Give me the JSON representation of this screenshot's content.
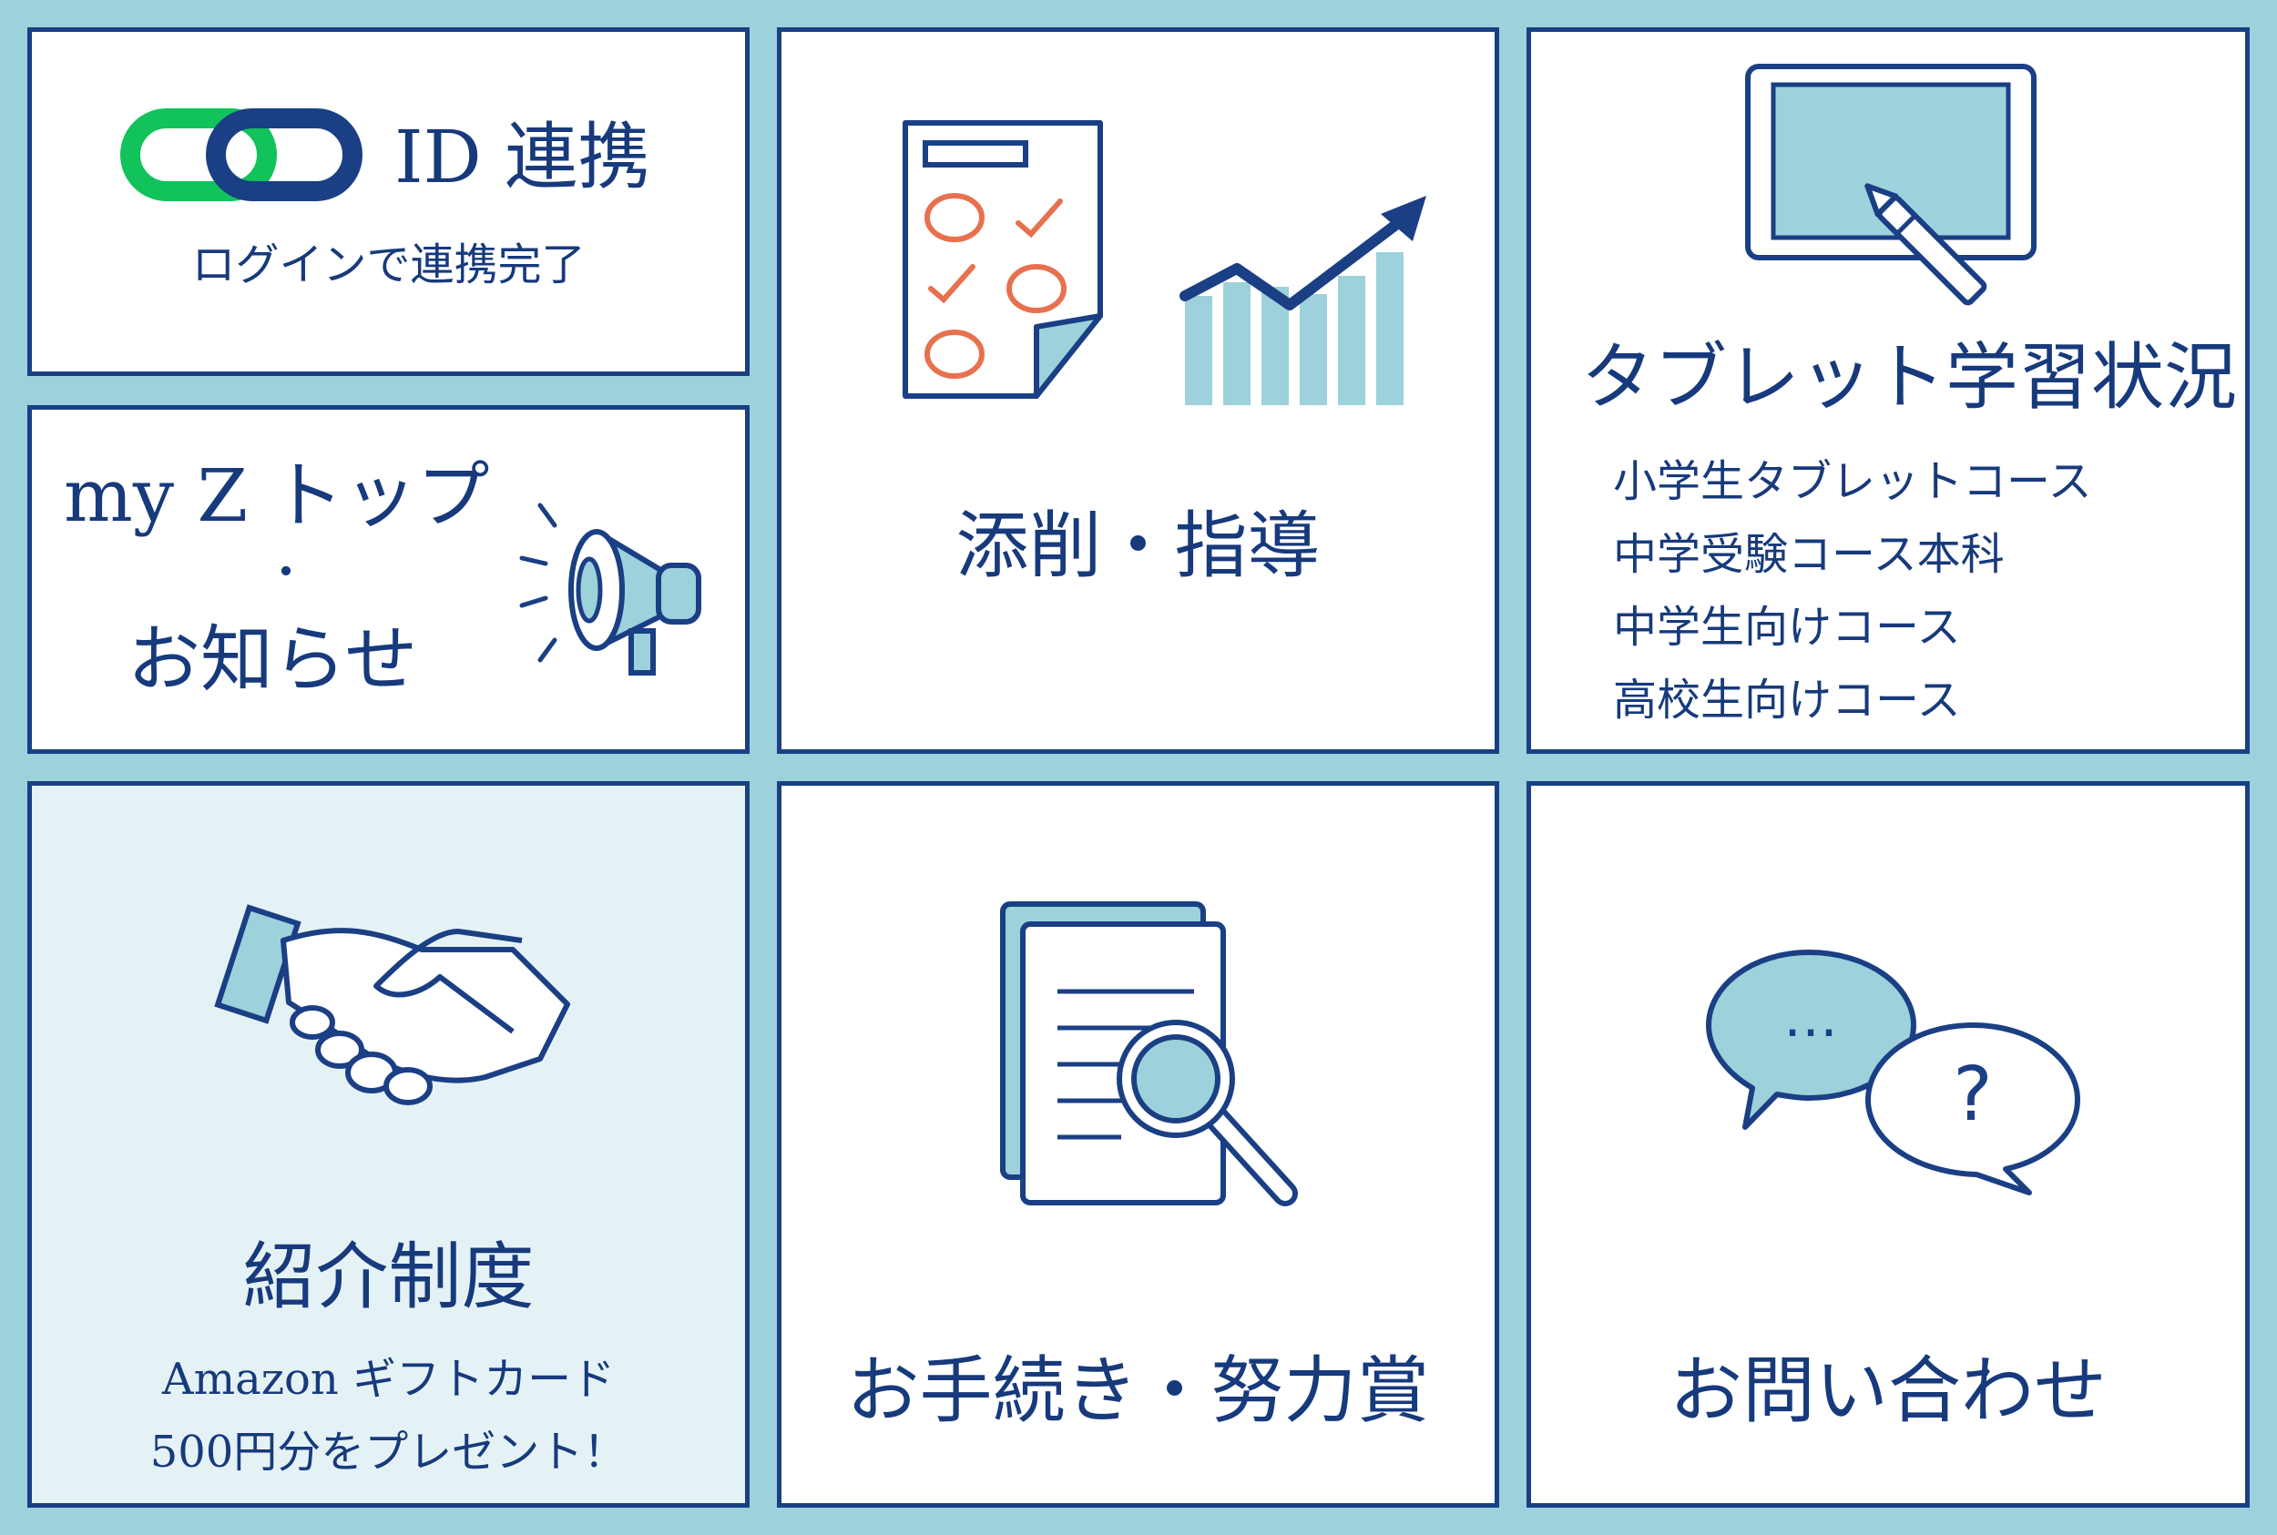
{
  "id_link": {
    "title": "ID 連携",
    "subtitle": "ログインで連携完了"
  },
  "myz": {
    "line1": "my Z トップ",
    "dot": "・",
    "line2": "お知らせ"
  },
  "tensaku": {
    "title": "添削・指導"
  },
  "tablet": {
    "title": "タブレット学習状況",
    "courses": [
      "小学生タブレットコース",
      "中学受験コース本科",
      "中学生向けコース",
      "高校生向けコース"
    ]
  },
  "referral": {
    "title": "紹介制度",
    "line1": "Amazon ギフトカード",
    "line2": "500円分をプレゼント！"
  },
  "procedures": {
    "title": "お手続き・努力賞"
  },
  "inquiry": {
    "title": "お問い合わせ",
    "bubble_left": "…",
    "bubble_right": "?"
  },
  "colors": {
    "navy": "#1a3f84",
    "light_blue": "#9dd1dc",
    "orange": "#e7714f",
    "green": "#12c25a",
    "tint": "#e5f2f5"
  },
  "icons": [
    "chain-link-icon",
    "megaphone-icon",
    "test-sheet-icon",
    "growth-chart-icon",
    "tablet-pen-icon",
    "handshake-icon",
    "document-search-icon",
    "speech-bubbles-icon"
  ]
}
